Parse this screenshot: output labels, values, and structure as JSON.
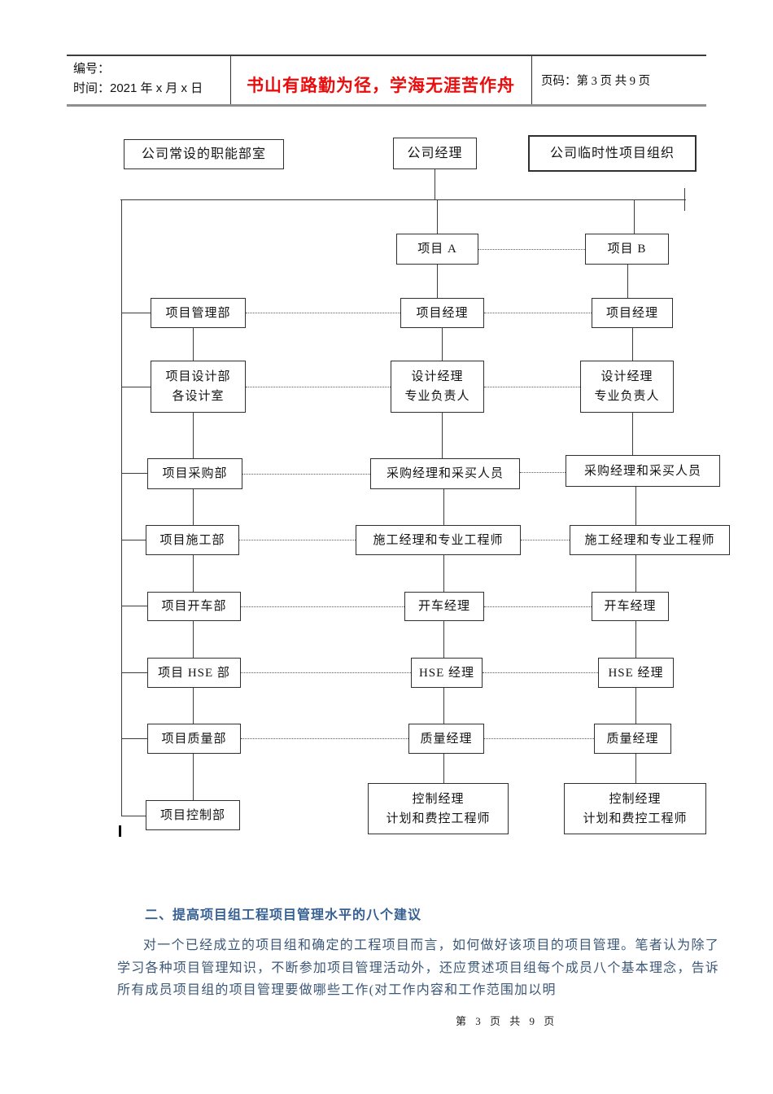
{
  "header": {
    "number_label": "编号：",
    "time_label": "时间：2021 年 x 月 x 日",
    "motto": "书山有路勤为径，学海无涯苦作舟",
    "page_label": "页码：第 3 页  共 9 页"
  },
  "chart": {
    "func_depts": "公司常设的职能部室",
    "company_manager": "公司经理",
    "temp_org": "公司临时性项目组织",
    "project_a": "项目 A",
    "project_b": "项目 B",
    "mgmt_dept": "项目管理部",
    "project_manager": "项目经理",
    "design_dept_1": "项目设计部",
    "design_dept_2": "各设计室",
    "design_mgr_1": "设计经理",
    "design_mgr_2": "专业负责人",
    "proc_dept": "项目采购部",
    "proc_team": "采购经理和采买人员",
    "constr_dept": "项目施工部",
    "constr_team": "施工经理和专业工程师",
    "startup_dept": "项目开车部",
    "startup_mgr": "开车经理",
    "hse_dept": "项目 HSE 部",
    "hse_mgr": "HSE 经理",
    "quality_dept": "项目质量部",
    "quality_mgr": "质量经理",
    "control_dept": "项目控制部",
    "control_mgr_1": "控制经理",
    "control_mgr_2": "计划和费控工程师"
  },
  "section": {
    "heading": "二、提高项目组工程项目管理水平的八个建议",
    "paragraph": "对一个已经成立的项目组和确定的工程项目而言，如何做好该项目的项目管理。笔者认为除了学习各种项目管理知识，不断参加项目管理活动外，还应贯述项目组每个成员八个基本理念，告诉所有成员项目组的项目管理要做哪些工作(对工作内容和工作范围加以明"
  },
  "footer": {
    "page_info": "第 3 页 共 9 页"
  }
}
